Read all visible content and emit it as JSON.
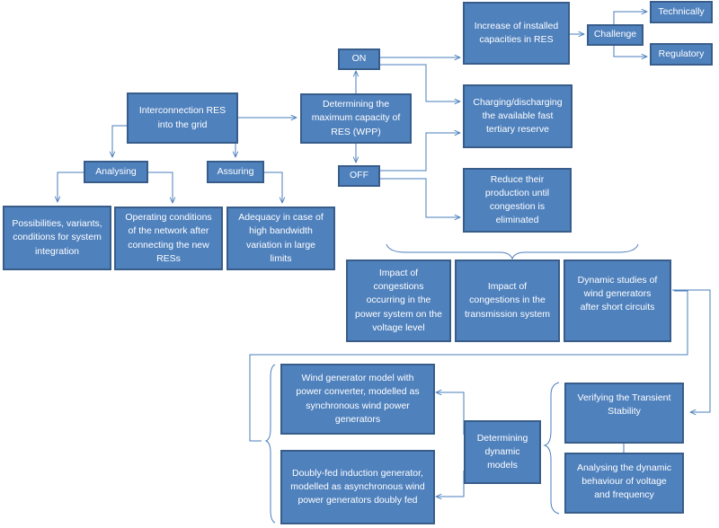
{
  "nodes": {
    "interconnection": "Interconnection RES\ninto the grid",
    "analysing": "Analysing",
    "assuring": "Assuring",
    "possibilities": "Possibilities, variants,\nconditions for system\nintegration",
    "operating": "Operating conditions\nof the network after\nconnecting the new\nRESs",
    "adequacy": "Adequacy in case of\nhigh bandwidth\nvariation in large\nlimits",
    "determining_capacity": "Determining the\nmaximum capacity of\nRES (WPP)",
    "on": "ON",
    "off": "OFF",
    "increase": "Increase of installed\ncapacities in RES",
    "challenge": "Challenge",
    "technically": "Technically",
    "regulatory": "Regulatory",
    "charging": "Charging/discharging\nthe available fast\ntertiary reserve",
    "reduce": "Reduce their\nproduction until\ncongestion is\neliminated",
    "impact_voltage": "Impact of\ncongestions\noccurring in the\npower system on the\nvoltage level",
    "impact_transmission": "Impact of\ncongestions in the\ntransmission system",
    "dynamic_studies": "Dynamic studies of\nwind generators\nafter short circuits",
    "wind_gen_model": "Wind generator model with\npower converter, modelled as\nsynchronous wind power\ngenerators",
    "doubly_fed": "Doubly-fed induction generator,\nmodelled as asynchronous wind\npower generators doubly fed",
    "determining_dynamic": "Determining\ndynamic\nmodels",
    "transient": "Verifying the Transient\nStability",
    "dynamic_behaviour": "Analysing the dynamic\nbehaviour of voltage\nand frequency"
  },
  "colors": {
    "box_fill": "#4f81bd",
    "box_border": "#385d8a",
    "box_text": "#ffffff",
    "connector": "#4a7ebb"
  }
}
